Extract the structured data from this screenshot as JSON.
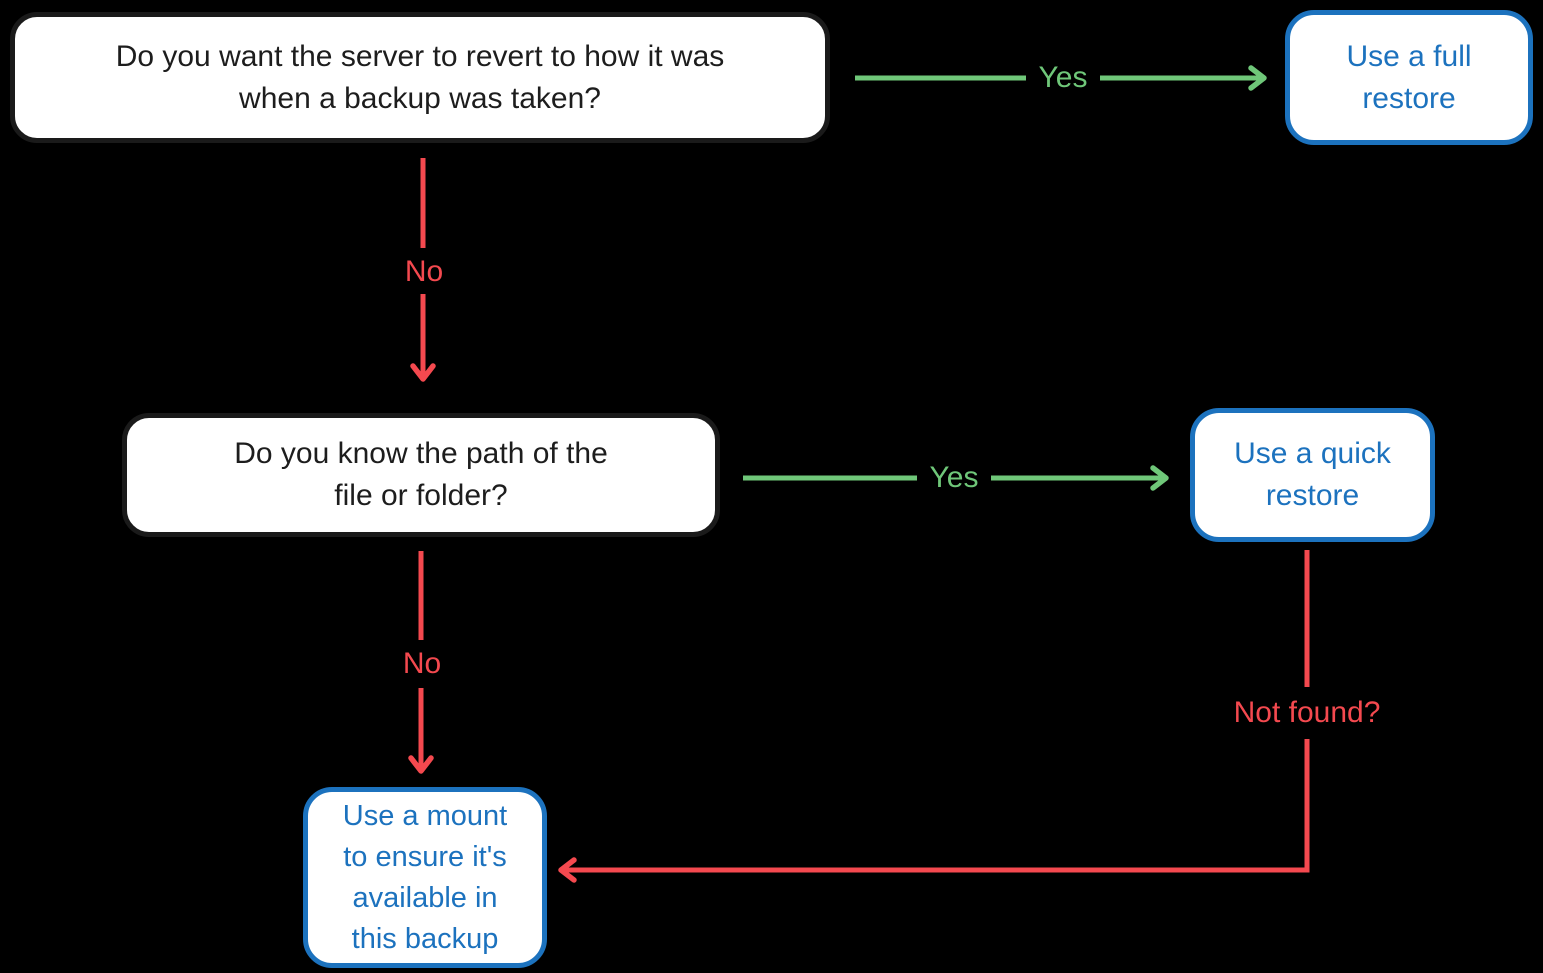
{
  "diagram": {
    "background_color": "#000000",
    "colors": {
      "yes_arrow": "#6fc779",
      "no_arrow": "#f4494f",
      "action_border": "#1c72be",
      "action_text": "#1c72be",
      "decision_border": "#1a1a1a",
      "decision_text": "#1d1d1d",
      "node_fill": "#ffffff"
    },
    "nodes": {
      "question1": {
        "type": "decision",
        "text": "Do you want the server to revert to how it was when a backup was taken?"
      },
      "full_restore": {
        "type": "action",
        "text": "Use a full restore"
      },
      "question2": {
        "type": "decision",
        "text": "Do you know the path of the file or folder?"
      },
      "quick_restore": {
        "type": "action",
        "text": "Use a quick restore"
      },
      "mount": {
        "type": "action",
        "text": "Use a mount to ensure it's available in this backup"
      }
    },
    "edges": {
      "q1_yes": {
        "label": "Yes",
        "from": "question1",
        "to": "full_restore"
      },
      "q1_no": {
        "label": "No",
        "from": "question1",
        "to": "question2"
      },
      "q2_yes": {
        "label": "Yes",
        "from": "question2",
        "to": "quick_restore"
      },
      "q2_no": {
        "label": "No",
        "from": "question2",
        "to": "mount"
      },
      "not_found": {
        "label": "Not found?",
        "from": "quick_restore",
        "to": "mount"
      }
    }
  }
}
